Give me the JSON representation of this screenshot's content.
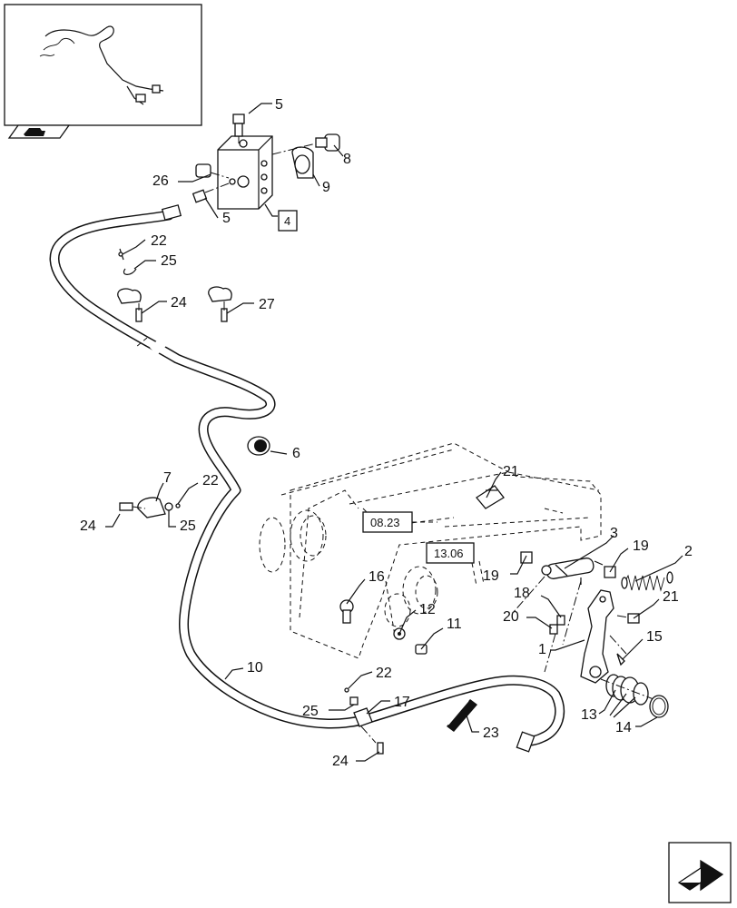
{
  "callouts": {
    "c1": "1",
    "c2": "2",
    "c3": "3",
    "c4": "4",
    "c5a": "5",
    "c5b": "5",
    "c6": "6",
    "c7": "7",
    "c8": "8",
    "c9": "9",
    "c10": "10",
    "c11": "11",
    "c12": "12",
    "c13": "13",
    "c14": "14",
    "c15": "15",
    "c16": "16",
    "c17": "17",
    "c18": "18",
    "c19a": "19",
    "c19b": "19",
    "c20": "20",
    "c21a": "21",
    "c21b": "21",
    "c22a": "22",
    "c22b": "22",
    "c22c": "22",
    "c23": "23",
    "c24a": "24",
    "c24b": "24",
    "c24c": "24",
    "c25a": "25",
    "c25b": "25",
    "c25c": "25",
    "c26": "26",
    "c27": "27"
  },
  "references": {
    "ref_a": "08.23",
    "ref_b": "13.06"
  },
  "icons": {
    "inset_orientation": "tractor-orientation-icon",
    "nav_next": "next-page-arrow-icon"
  }
}
